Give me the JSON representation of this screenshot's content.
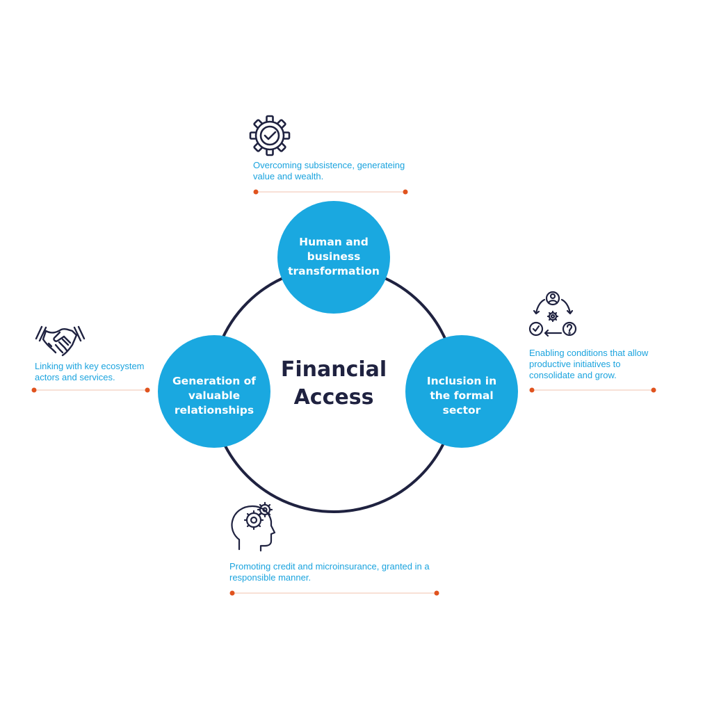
{
  "center": {
    "line1": "Financial",
    "line2": "Access"
  },
  "nodes": {
    "top": {
      "lines": [
        "Human and",
        "business",
        "transformation"
      ]
    },
    "left": {
      "lines": [
        "Generation of",
        "valuable",
        "relationships"
      ]
    },
    "right": {
      "lines": [
        "Inclusion in",
        "the formal",
        "sector"
      ]
    }
  },
  "descriptions": {
    "top": {
      "icon": "gear-check-icon",
      "lines": [
        "Overcoming subsistence, generateing",
        "value and wealth."
      ]
    },
    "left": {
      "icon": "handshake-icon",
      "lines": [
        "Linking with key ecosystem",
        "actors and services."
      ]
    },
    "right": {
      "icon": "cycle-person-icon",
      "lines": [
        "Enabling conditions that allow",
        "productive initiatives to",
        "consolidate and grow."
      ]
    },
    "bottom": {
      "icon": "head-gears-icon",
      "lines": [
        "Promoting credit and microinsurance, granted in a",
        "responsible manner."
      ]
    }
  },
  "colors": {
    "ring": "#1f2240",
    "node_fill": "#1aa8e0",
    "node_text": "#ffffff",
    "description_text": "#1aa3de",
    "divider_line": "#f2c2ad",
    "divider_dot": "#e0531e",
    "icon": "#1f2240"
  }
}
